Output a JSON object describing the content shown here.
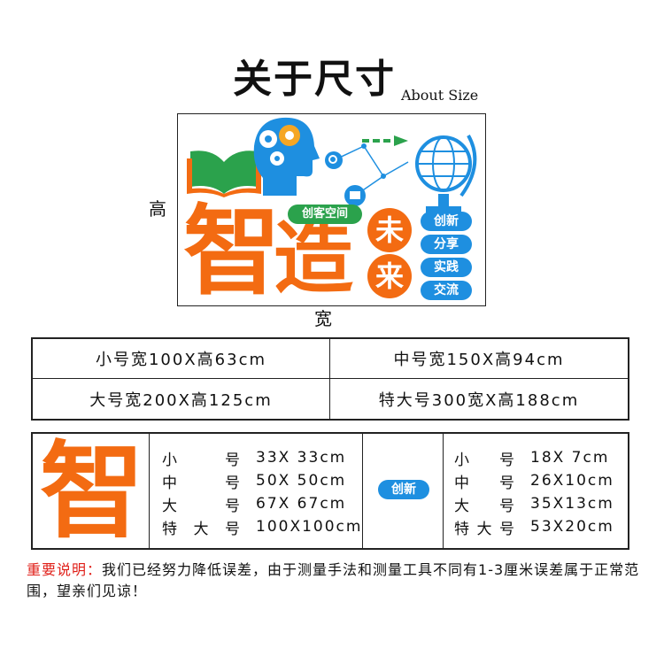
{
  "header": {
    "title": "关于尺寸",
    "subtitle": "About Size"
  },
  "preview": {
    "height_label": "高",
    "width_label": "宽",
    "main_chars": [
      "智",
      "造"
    ],
    "future_chars": [
      "未",
      "来"
    ],
    "maker_label": "创客空间",
    "tags": [
      "创新",
      "分享",
      "实践",
      "交流"
    ],
    "colors": {
      "orange": "#f36b12",
      "blue": "#1e8fe0",
      "green": "#2ba24c"
    }
  },
  "sizes": [
    "小号宽100X高63cm",
    "中号宽150X高94cm",
    "大号宽200X高125cm",
    "特大号300宽X高188cm"
  ],
  "detail": {
    "icon_char": "智",
    "badge": "创新",
    "left_rows": [
      {
        "name": "小号",
        "value": "33X 33cm"
      },
      {
        "name": "中号",
        "value": "50X 50cm"
      },
      {
        "name": "大号",
        "value": "67X 67cm"
      },
      {
        "name": "特大号",
        "value": "100X100cm"
      }
    ],
    "right_rows": [
      {
        "name": "小号",
        "value": "18X 7cm"
      },
      {
        "name": "中号",
        "value": "26X10cm"
      },
      {
        "name": "大号",
        "value": "35X13cm"
      },
      {
        "name": "特大号",
        "value": "53X20cm"
      }
    ]
  },
  "notice": {
    "label": "重要说明：",
    "text": "我们已经努力降低误差，由于测量手法和测量工具不同有1-3厘米误差属于正常范围，望亲们见谅！"
  }
}
